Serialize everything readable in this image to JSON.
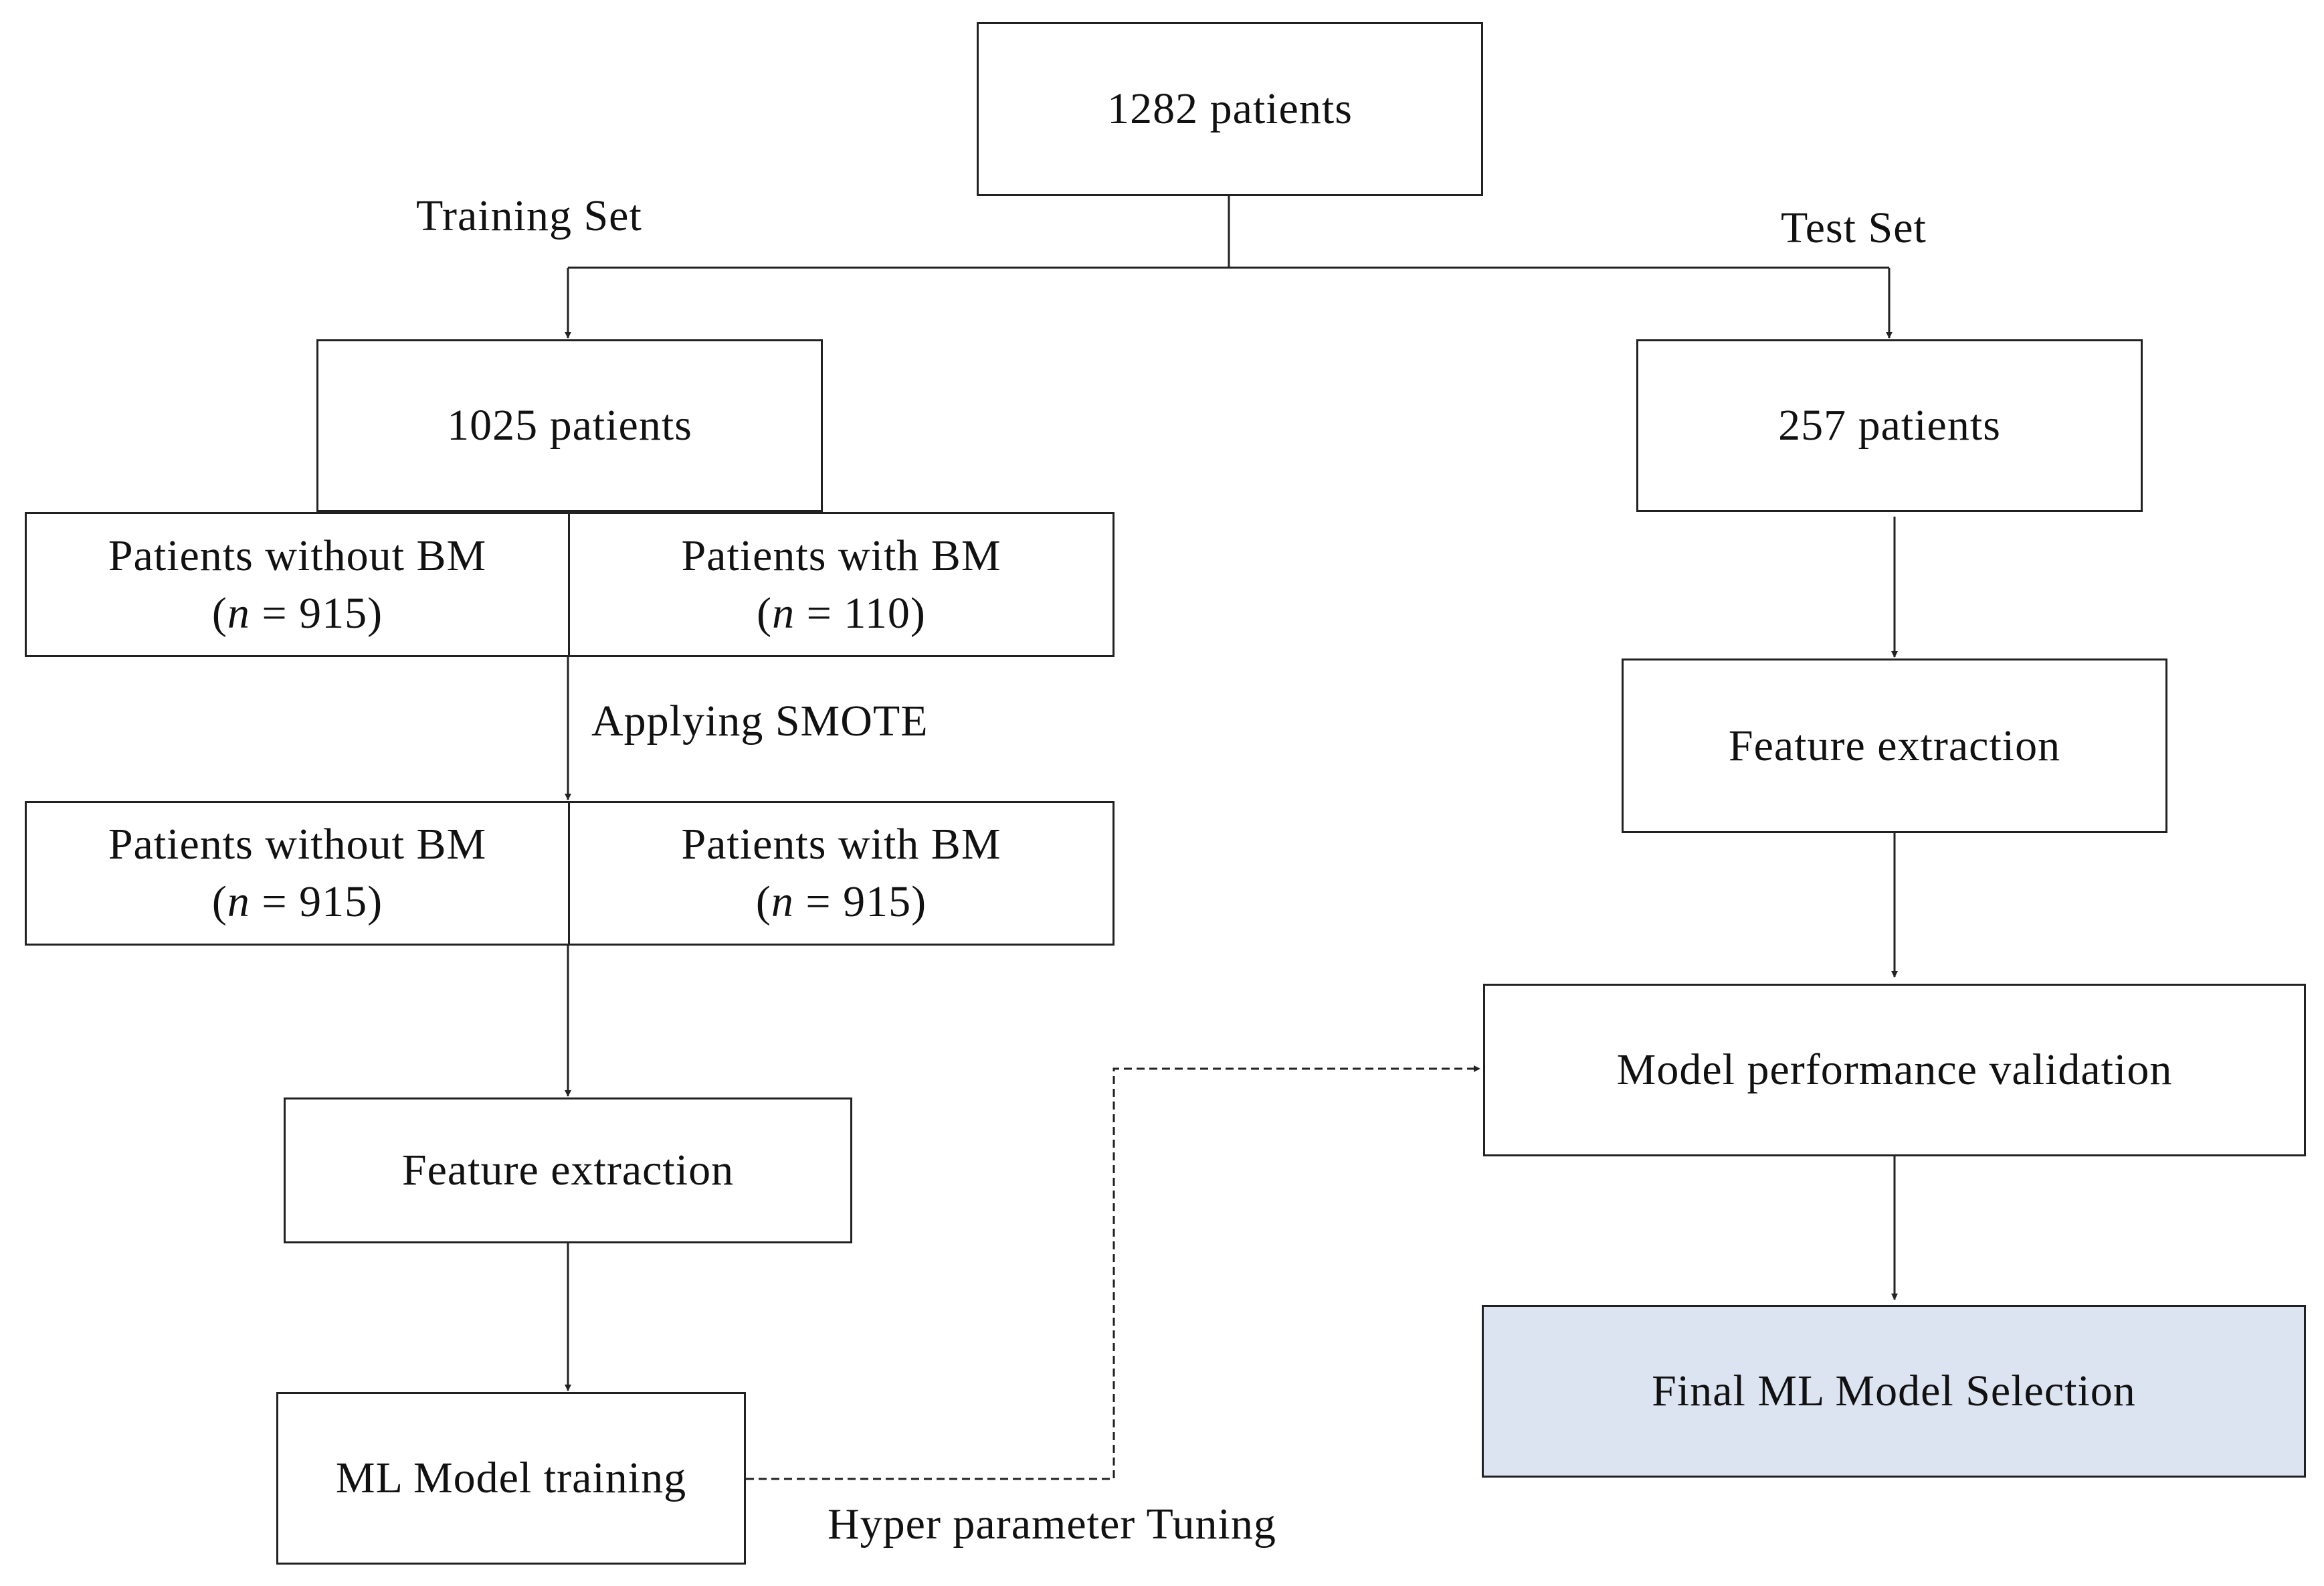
{
  "root": {
    "label": "1282 patients"
  },
  "branches": {
    "training": "Training Set",
    "test": "Test Set"
  },
  "training": {
    "total": "1025 patients",
    "before_smote": {
      "without_bm": {
        "label": "Patients without BM",
        "n_prefix": "(",
        "n_var": "n",
        "n_value": " = 915)"
      },
      "with_bm": {
        "label": "Patients with BM",
        "n_prefix": "(",
        "n_var": "n",
        "n_value": " = 110)"
      }
    },
    "smote_label": "Applying SMOTE",
    "after_smote": {
      "without_bm": {
        "label": "Patients without BM",
        "n_prefix": "(",
        "n_var": "n",
        "n_value": " = 915)"
      },
      "with_bm": {
        "label": "Patients with BM",
        "n_prefix": "(",
        "n_var": "n",
        "n_value": " = 915)"
      }
    },
    "feature_extraction": "Feature extraction",
    "model_training": "ML Model training"
  },
  "test": {
    "total": "257 patients",
    "feature_extraction": "Feature extraction",
    "validation": "Model performance validation",
    "final": "Final ML Model Selection"
  },
  "tuning_label": "Hyper parameter Tuning",
  "colors": {
    "line": "#222222",
    "final_fill": "#dce4f1"
  }
}
